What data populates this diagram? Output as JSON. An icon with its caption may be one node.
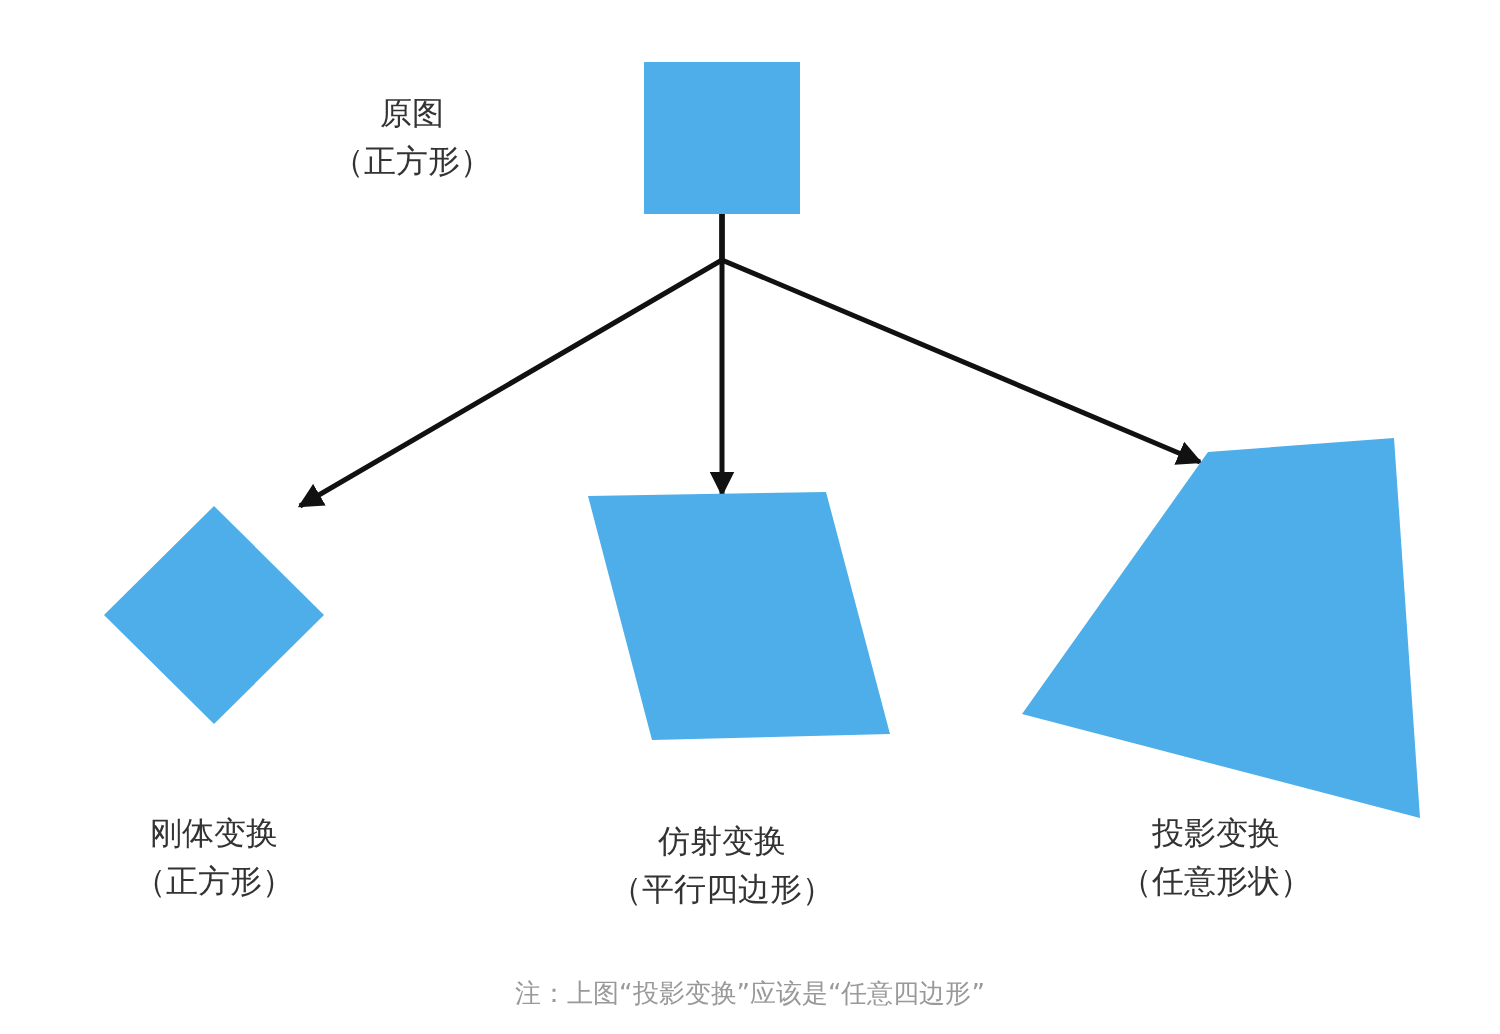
{
  "diagram": {
    "caption": "注：上图“投影变换”应该是“任意四边形”",
    "nodes": [
      {
        "text": [],
        "shape": "box",
        "beside": [
          "原图",
          "（正方形）"
        ]
      },
      {
        "text": [],
        "shape": "diamond",
        "beside": [
          "刚体变换",
          "（正方形）"
        ]
      },
      {
        "text": [],
        "shape": "parallelogram",
        "beside": [
          "仿射变换",
          "（平行四边形）"
        ]
      },
      {
        "text": [],
        "shape": "quadrilateral",
        "beside": [
          "投影变换",
          "（任意形状）"
        ]
      }
    ],
    "edges": [
      {
        "from": 0,
        "to": 1,
        "arrow": "to"
      },
      {
        "from": 0,
        "to": 2,
        "arrow": "to"
      },
      {
        "from": 0,
        "to": 3,
        "arrow": "to"
      }
    ]
  }
}
